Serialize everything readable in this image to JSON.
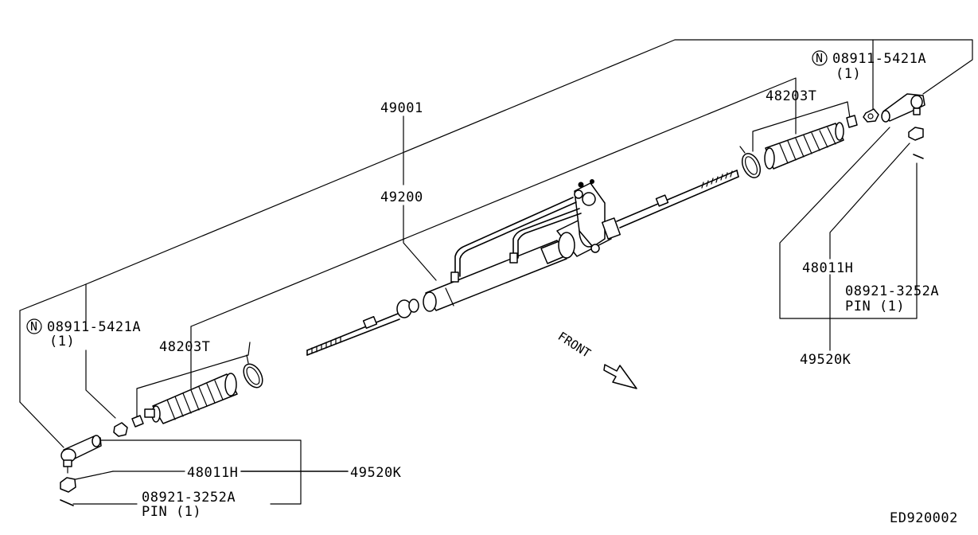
{
  "diagram": {
    "code": "ED920002",
    "direction_label": "FRONT",
    "callouts": {
      "assembly": "49001",
      "rack_housing": "49200",
      "boot_right": "48203T",
      "boot_left": "48203T",
      "nut_right_prefix": "N",
      "nut_right": "08911-5421A",
      "nut_right_qty": "(1)",
      "nut_left_prefix": "N",
      "nut_left": "08911-5421A",
      "nut_left_qty": "(1)",
      "socket_right": "48011H",
      "pin_right": "08921-3252A",
      "pin_right_qty": "PIN (1)",
      "tie_rod_right": "49520K",
      "socket_left": "48011H",
      "tie_rod_left": "49520K",
      "pin_left": "08921-3252A",
      "pin_left_qty": "PIN (1)"
    }
  }
}
